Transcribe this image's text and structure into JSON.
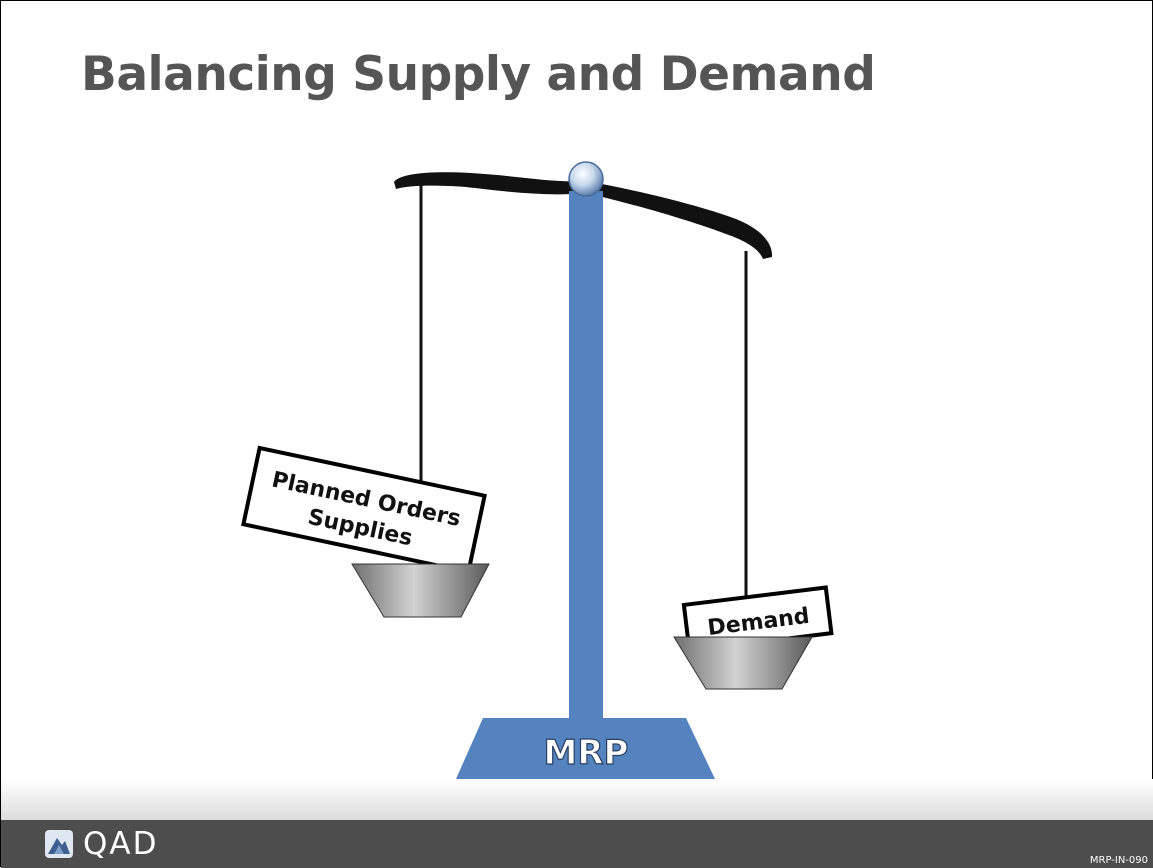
{
  "slide": {
    "title": "Balancing Supply and Demand"
  },
  "diagram": {
    "left_box": {
      "line1": "Planned Orders",
      "line2": "Supplies"
    },
    "right_box": {
      "label": "Demand"
    },
    "base_label": "MRP",
    "colors": {
      "pillar": "#5483c0",
      "beam": "#111111",
      "pan": "#888888",
      "title": "#555555"
    }
  },
  "footer": {
    "logo_text": "QAD",
    "slide_code": "MRP-IN-090"
  }
}
